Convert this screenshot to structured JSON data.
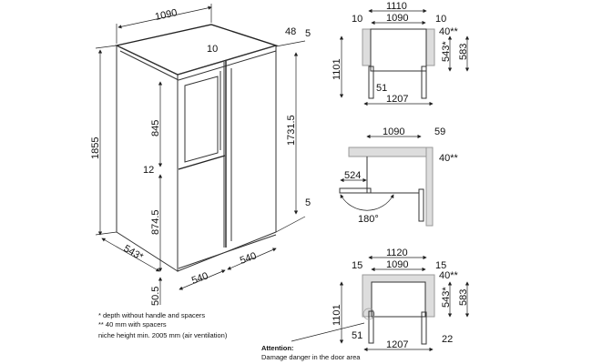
{
  "iso_view": {
    "width": "1090",
    "height": "1855",
    "depth": "543*",
    "gap_top": "10",
    "offset_48": "48",
    "offset_5_top": "5",
    "offset_5_bottom": "5",
    "upper_door": "845",
    "door_gap": "12",
    "lower_door": "874.5",
    "inner_height": "1731.5",
    "door_width_left": "540",
    "door_width_right": "540",
    "foot": "50.5"
  },
  "notes": {
    "note1": "*  depth without handle and spacers",
    "note2": "** 40 mm with spacers",
    "note3": "niche height min. 2005 mm (air ventilation)",
    "attention_title": "Attention:",
    "attention_text": "Damage danger in the door area"
  },
  "plan_top": {
    "outer": "1110",
    "inner": "1090",
    "left": "10",
    "right": "10",
    "spacer": "40**",
    "depth": "543*",
    "total_depth": "583",
    "open_depth": "1101",
    "hinge": "51",
    "open_width": "1207"
  },
  "plan_middle": {
    "width": "1090",
    "side": "59",
    "spacer": "40**",
    "door": "524",
    "angle": "180°"
  },
  "plan_bottom": {
    "outer": "1120",
    "inner": "1090",
    "left": "15",
    "right": "15",
    "spacer": "40**",
    "depth": "543*",
    "total_depth": "583",
    "open_depth": "1101",
    "hinge": "51",
    "open_width": "1207",
    "gap": "22"
  }
}
